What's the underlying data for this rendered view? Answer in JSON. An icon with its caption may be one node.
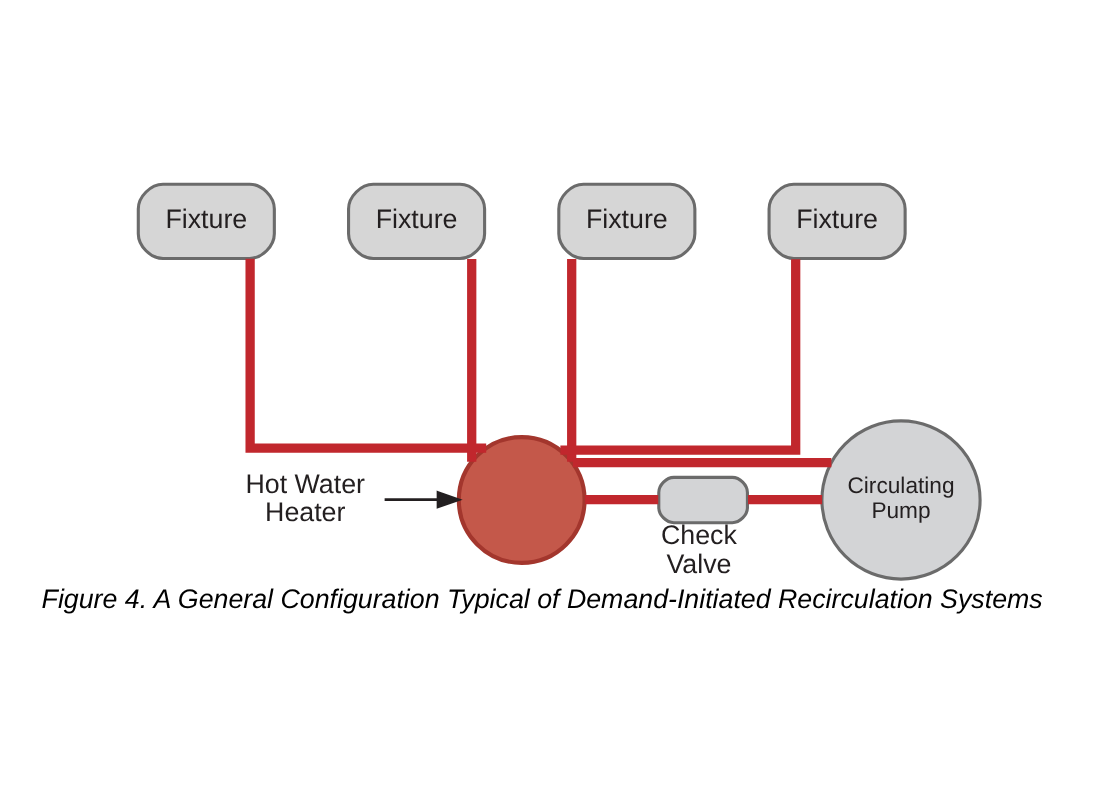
{
  "diagram": {
    "caption": "Figure 4. A General Configuration Typical of Demand-Initiated Recirculation Systems",
    "nodes": [
      {
        "text": [
          "Fixture"
        ]
      },
      {
        "text": [
          "Fixture"
        ]
      },
      {
        "text": [
          "Fixture"
        ]
      },
      {
        "text": [
          "Fixture"
        ]
      },
      {
        "text": [
          "Hot Water Heater"
        ]
      },
      {
        "text": [],
        "shape": "circle"
      },
      {
        "text": [
          "Check Valve"
        ]
      },
      {
        "text": [
          "Circulating Pump"
        ]
      }
    ],
    "edges": [
      {
        "from": 5,
        "to": 0,
        "arrow": "none"
      },
      {
        "from": 5,
        "to": 1,
        "arrow": "none"
      },
      {
        "from": 5,
        "to": 2,
        "arrow": "none"
      },
      {
        "from": 5,
        "to": 3,
        "arrow": "none"
      },
      {
        "from": 5,
        "to": 7,
        "arrow": "none"
      },
      {
        "from": 5,
        "to": 6,
        "arrow": "none"
      },
      {
        "from": 6,
        "to": 7,
        "arrow": "none"
      },
      {
        "from": 4,
        "to": 5,
        "arrow": "to",
        "color": "#231f20"
      }
    ]
  }
}
